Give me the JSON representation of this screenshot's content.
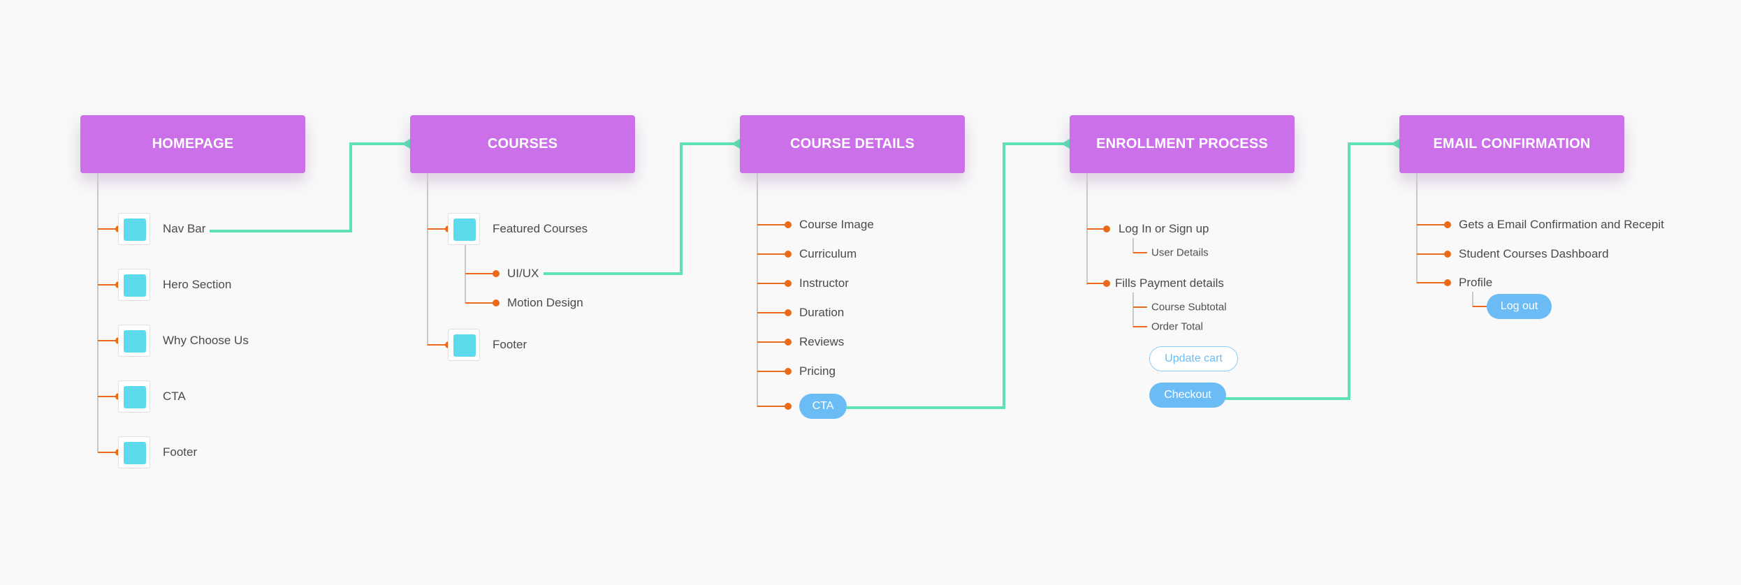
{
  "colors": {
    "header": "#cc70ea",
    "connector": "#5fe3b4",
    "branch": "#ea6a1a",
    "trunk": "#c9c9c9",
    "icon": "#5cdbec",
    "button": "#6bbcf5"
  },
  "sections": [
    {
      "title": "HOMEPAGE",
      "items": [
        "Nav Bar",
        "Hero Section",
        "Why Choose Us",
        "CTA",
        "Footer"
      ]
    },
    {
      "title": "COURSES",
      "items": [
        "Featured Courses",
        "UI/UX",
        "Motion Design",
        "Footer"
      ]
    },
    {
      "title": "COURSE DETAILS",
      "items": [
        "Course Image",
        "Curriculum",
        "Instructor",
        "Duration",
        "Reviews",
        "Pricing"
      ],
      "cta": "CTA"
    },
    {
      "title": "ENROLLMENT PROCESS",
      "items": [
        "Log In or Sign up",
        "User Details",
        "Fills Payment details",
        "Course Subtotal",
        "Order Total"
      ],
      "buttons": [
        "Update cart",
        "Checkout"
      ]
    },
    {
      "title": "EMAIL CONFIRMATION",
      "items": [
        "Gets a Email Confirmation and Recepit",
        "Student Courses Dashboard",
        "Profile"
      ],
      "buttons": [
        "Log out"
      ]
    }
  ]
}
